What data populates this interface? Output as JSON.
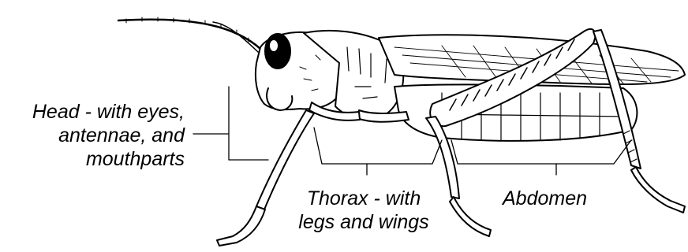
{
  "labels": {
    "head": [
      "Head - with eyes,",
      "antennae, and",
      "mouthparts"
    ],
    "thorax": [
      "Thorax - with",
      "legs and wings"
    ],
    "abdomen": [
      "Abdomen"
    ]
  },
  "icons": {
    "illustration": "grasshopper-line-drawing"
  },
  "colors": {
    "ink": "#000000",
    "paper": "#ffffff"
  }
}
